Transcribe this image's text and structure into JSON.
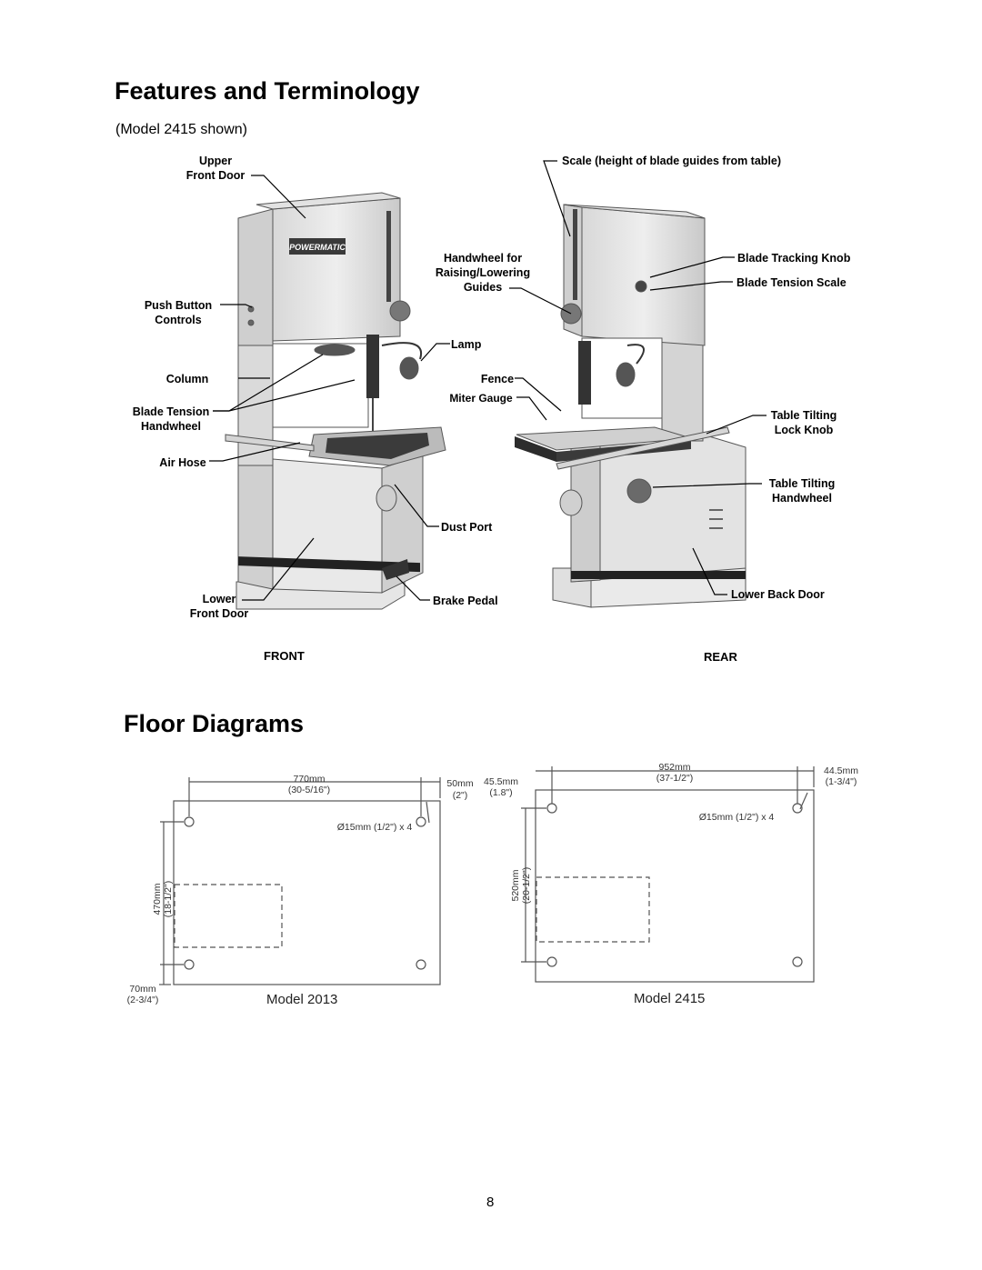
{
  "features": {
    "title": "Features and Terminology",
    "subtitle": "(Model 2415 shown)",
    "labels": {
      "upper_front_door": "Upper\nFront Door",
      "push_button_controls": "Push Button\nControls",
      "column": "Column",
      "blade_tension_handwheel": "Blade Tension\nHandwheel",
      "air_hose": "Air Hose",
      "lower_front_door": "Lower\nFront Door",
      "handwheel_guides": "Handwheel for\nRaising/Lowering\nGuides",
      "lamp": "Lamp",
      "fence": "Fence",
      "miter_gauge": "Miter Gauge",
      "dust_port": "Dust Port",
      "brake_pedal": "Brake Pedal",
      "scale": "Scale (height of blade guides from table)",
      "blade_tracking_knob": "Blade Tracking Knob",
      "blade_tension_scale": "Blade Tension Scale",
      "table_tilting_lock_knob": "Table Tilting\nLock Knob",
      "table_tilting_handwheel": "Table Tilting\nHandwheel",
      "lower_back_door": "Lower Back Door"
    },
    "brand": "POWERMATIC",
    "front_caption": "FRONT",
    "rear_caption": "REAR"
  },
  "floor": {
    "title": "Floor Diagrams",
    "model_2013": {
      "width_mm": "770mm",
      "width_in": "(30-5/16\")",
      "offset_mm": "50mm",
      "offset_in": "(2\")",
      "height_mm": "470mm",
      "height_in": "(18-1/2\")",
      "bottom_mm": "70mm",
      "bottom_in": "(2-3/4\")",
      "holes": "Ø15mm (1/2\") x 4",
      "caption": "Model 2013"
    },
    "model_2415": {
      "left_offset_mm": "45.5mm",
      "left_offset_in": "(1.8\")",
      "width_mm": "952mm",
      "width_in": "(37-1/2\")",
      "right_offset_mm": "44.5mm",
      "right_offset_in": "(1-3/4\")",
      "height_mm": "520mm",
      "height_in": "(20-1/2\")",
      "holes": "Ø15mm (1/2\") x 4",
      "caption": "Model 2415"
    }
  },
  "page_number": "8"
}
